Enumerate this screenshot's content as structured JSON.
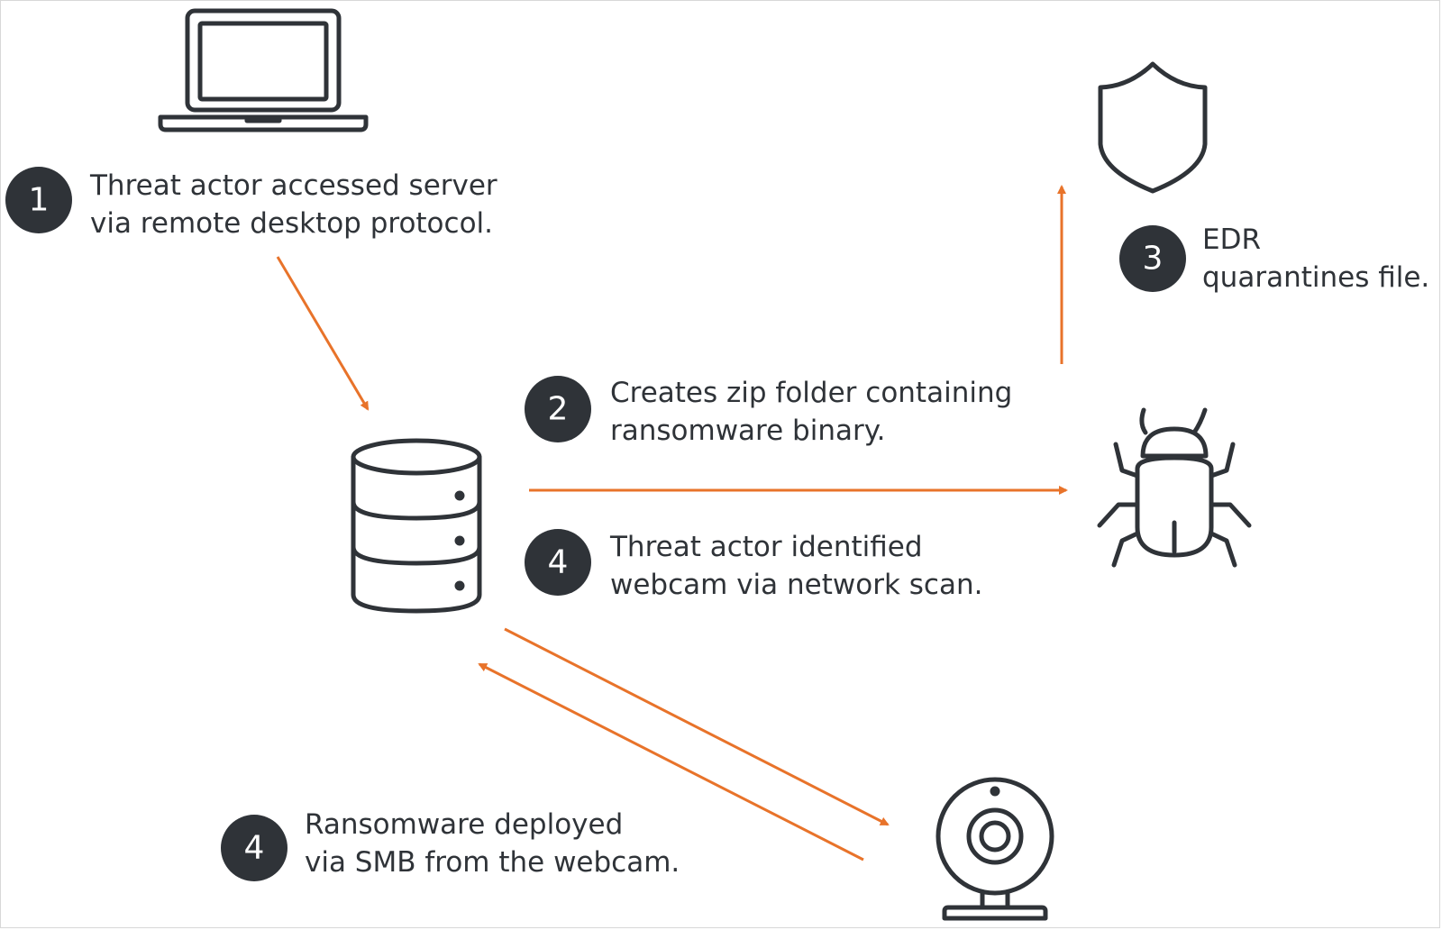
{
  "colors": {
    "arrow": "#e8732a",
    "badge": "#2f3338",
    "text": "#2f3338",
    "background": "#ffffff"
  },
  "nodes": [
    {
      "id": "laptop",
      "icon": "laptop-icon"
    },
    {
      "id": "server",
      "icon": "database-server-icon"
    },
    {
      "id": "shield",
      "icon": "shield-icon"
    },
    {
      "id": "bug",
      "icon": "bug-icon"
    },
    {
      "id": "webcam",
      "icon": "webcam-icon"
    }
  ],
  "steps": [
    {
      "number": "1",
      "line1": "Threat actor accessed server",
      "line2": "via remote desktop protocol."
    },
    {
      "number": "2",
      "line1": "Creates zip folder containing",
      "line2": "ransomware binary."
    },
    {
      "number": "3",
      "line1": "EDR",
      "line2": "quarantines file."
    },
    {
      "number": "4",
      "line1": "Threat actor identified",
      "line2": "webcam via network scan."
    },
    {
      "number": "4",
      "line1": "Ransomware deployed",
      "line2": "via SMB from the webcam."
    }
  ],
  "edges": [
    {
      "from": "laptop",
      "to": "server"
    },
    {
      "from": "server",
      "to": "bug"
    },
    {
      "from": "bug",
      "to": "shield"
    },
    {
      "from": "server",
      "to": "webcam"
    },
    {
      "from": "webcam",
      "to": "server"
    }
  ]
}
